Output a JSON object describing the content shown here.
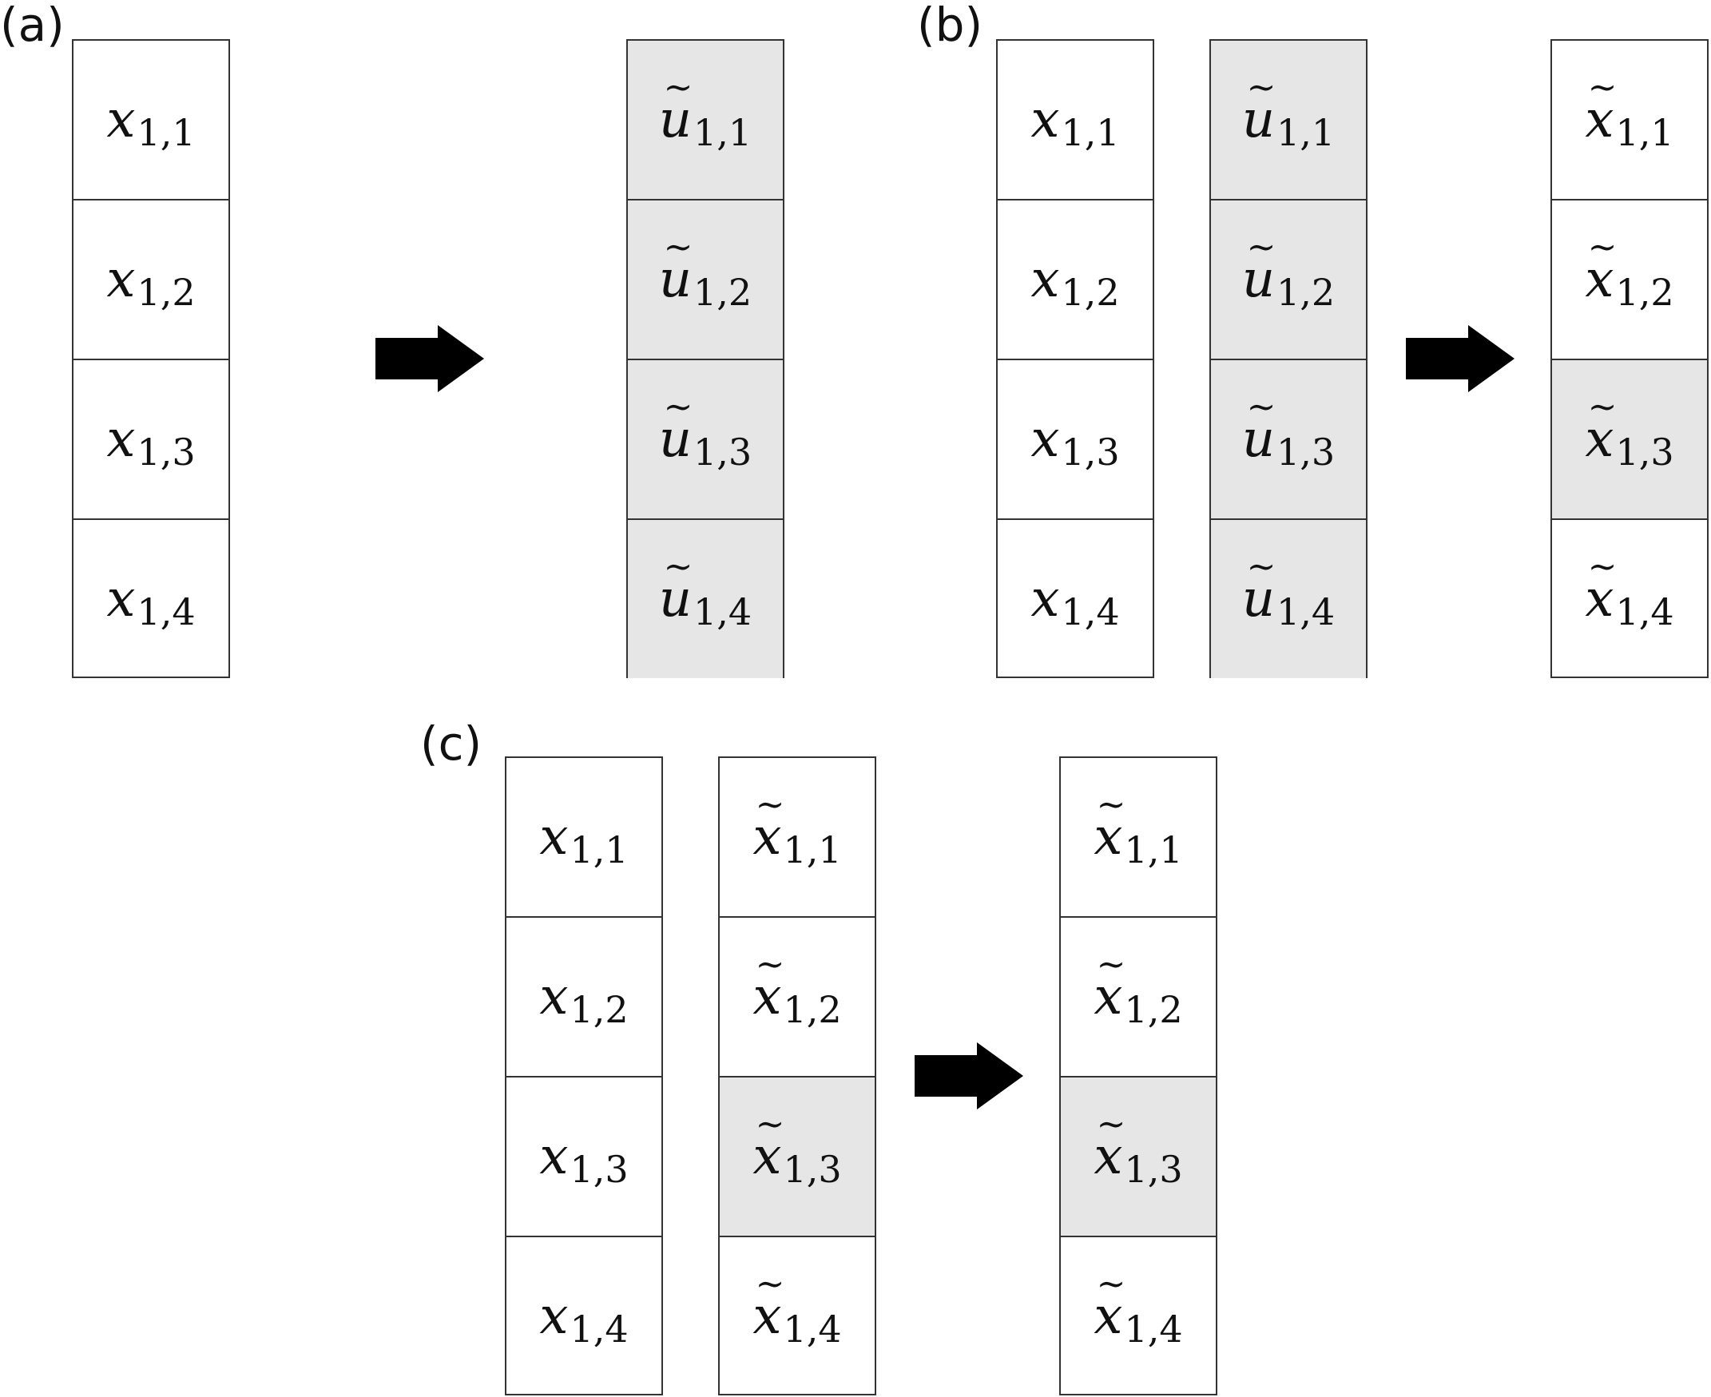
{
  "panels": {
    "a": {
      "label": "(a)",
      "input": {
        "cells": [
          {
            "sym": "x",
            "sub": "1,1",
            "tilde": "",
            "shade": false
          },
          {
            "sym": "x",
            "sub": "1,2",
            "tilde": "",
            "shade": false
          },
          {
            "sym": "x",
            "sub": "1,3",
            "tilde": "",
            "shade": false
          },
          {
            "sym": "x",
            "sub": "1,4",
            "tilde": "",
            "shade": false
          }
        ]
      },
      "output": {
        "cells": [
          {
            "sym": "u",
            "sub": "1,1",
            "tilde": "~",
            "shade": true
          },
          {
            "sym": "u",
            "sub": "1,2",
            "tilde": "~",
            "shade": true
          },
          {
            "sym": "u",
            "sub": "1,3",
            "tilde": "~",
            "shade": true
          },
          {
            "sym": "u",
            "sub": "1,4",
            "tilde": "~",
            "shade": true
          }
        ]
      }
    },
    "b": {
      "label": "(b)",
      "input_x": {
        "cells": [
          {
            "sym": "x",
            "sub": "1,1",
            "tilde": "",
            "shade": false
          },
          {
            "sym": "x",
            "sub": "1,2",
            "tilde": "",
            "shade": false
          },
          {
            "sym": "x",
            "sub": "1,3",
            "tilde": "",
            "shade": false
          },
          {
            "sym": "x",
            "sub": "1,4",
            "tilde": "",
            "shade": false
          }
        ]
      },
      "input_u": {
        "cells": [
          {
            "sym": "u",
            "sub": "1,1",
            "tilde": "~",
            "shade": true
          },
          {
            "sym": "u",
            "sub": "1,2",
            "tilde": "~",
            "shade": true
          },
          {
            "sym": "u",
            "sub": "1,3",
            "tilde": "~",
            "shade": true
          },
          {
            "sym": "u",
            "sub": "1,4",
            "tilde": "~",
            "shade": true
          }
        ]
      },
      "output": {
        "cells": [
          {
            "sym": "x",
            "sub": "1,1",
            "tilde": "~",
            "shade": false
          },
          {
            "sym": "x",
            "sub": "1,2",
            "tilde": "~",
            "shade": false
          },
          {
            "sym": "x",
            "sub": "1,3",
            "tilde": "~",
            "shade": true
          },
          {
            "sym": "x",
            "sub": "1,4",
            "tilde": "~",
            "shade": false
          }
        ]
      }
    },
    "c": {
      "label": "(c)",
      "input_x": {
        "cells": [
          {
            "sym": "x",
            "sub": "1,1",
            "tilde": "",
            "shade": false
          },
          {
            "sym": "x",
            "sub": "1,2",
            "tilde": "",
            "shade": false
          },
          {
            "sym": "x",
            "sub": "1,3",
            "tilde": "",
            "shade": false
          },
          {
            "sym": "x",
            "sub": "1,4",
            "tilde": "",
            "shade": false
          }
        ]
      },
      "input_xt": {
        "cells": [
          {
            "sym": "x",
            "sub": "1,1",
            "tilde": "~",
            "shade": false
          },
          {
            "sym": "x",
            "sub": "1,2",
            "tilde": "~",
            "shade": false
          },
          {
            "sym": "x",
            "sub": "1,3",
            "tilde": "~",
            "shade": true
          },
          {
            "sym": "x",
            "sub": "1,4",
            "tilde": "~",
            "shade": false
          }
        ]
      },
      "output": {
        "cells": [
          {
            "sym": "x",
            "sub": "1,1",
            "tilde": "~",
            "shade": false
          },
          {
            "sym": "x",
            "sub": "1,2",
            "tilde": "~",
            "shade": false
          },
          {
            "sym": "x",
            "sub": "1,3",
            "tilde": "~",
            "shade": true
          },
          {
            "sym": "x",
            "sub": "1,4",
            "tilde": "~",
            "shade": false
          }
        ]
      }
    }
  },
  "colors": {
    "shade": "#e6e6e6",
    "border": "#333333",
    "arrow": "#000000"
  }
}
